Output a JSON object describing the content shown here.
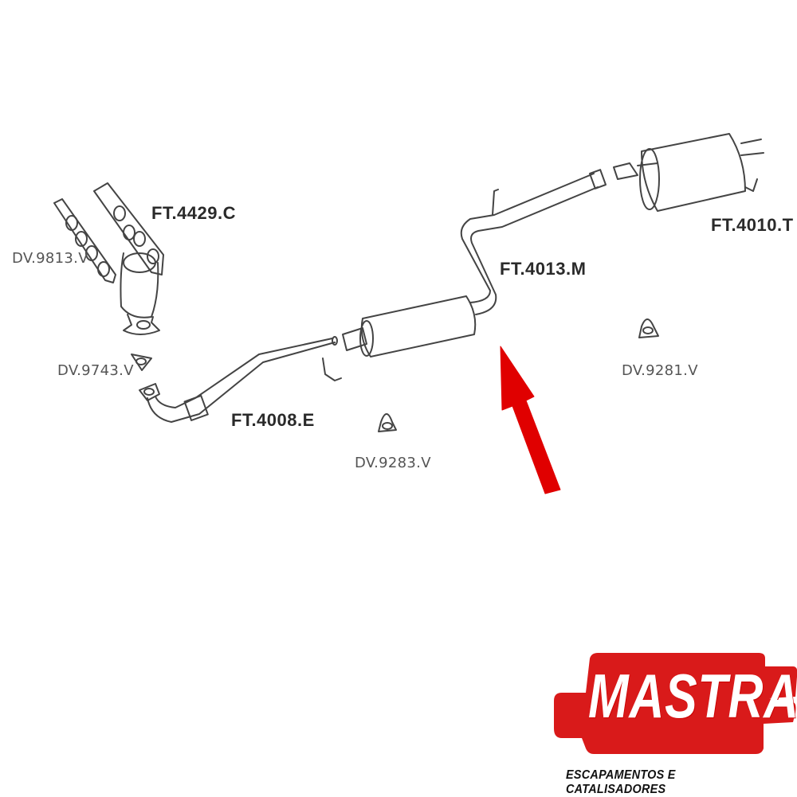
{
  "parts": {
    "manifold_catalyst": "FT.4429.C",
    "manifold_gasket": "DV.9813.V",
    "flange_gasket": "DV.9743.V",
    "front_pipe": "FT.4008.E",
    "front_clamp": "DV.9283.V",
    "intermediate_muffler": "FT.4013.M",
    "rear_clamp": "DV.9281.V",
    "rear_muffler": "FT.4010.T"
  },
  "highlight": {
    "target": "FT.4013.M",
    "arrow_color": "#e00000"
  },
  "logo": {
    "brand": "MASTRA",
    "tagline": "ESCAPAMENTOS E CATALISADORES",
    "color": "#d91a1a"
  }
}
